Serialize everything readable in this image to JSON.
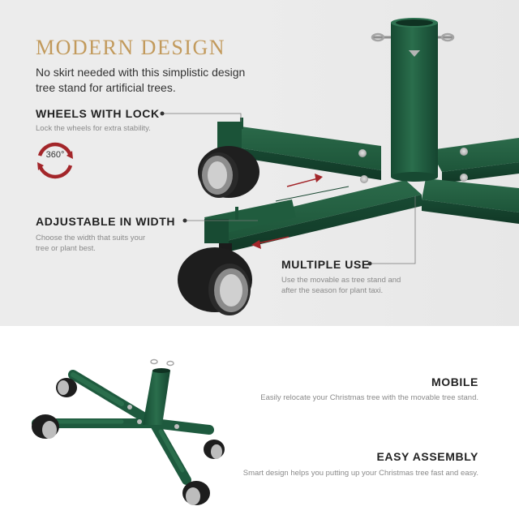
{
  "hero": {
    "headline": "MODERN DESIGN",
    "intro": "No skirt needed with this simplistic design tree stand for artificial trees."
  },
  "features_top": [
    {
      "title": "WHEELS WITH LOCK",
      "desc": "Lock the wheels for extra stability.",
      "badge": "360°"
    },
    {
      "title": "ADJUSTABLE IN WIDTH",
      "desc": "Choose the width that suits your tree or plant best."
    },
    {
      "title": "MULTIPLE USE",
      "desc": "Use the movable as tree stand and after the season for plant taxi."
    }
  ],
  "features_bottom": [
    {
      "title": "MOBILE",
      "desc": "Easily relocate your Christmas tree with the movable tree stand."
    },
    {
      "title": "EASY ASSEMBLY",
      "desc": "Smart design helps you putting up your Christmas tree fast and easy."
    }
  ],
  "colors": {
    "accent_gold": "#c29a5c",
    "stand_green": "#1e5a3e",
    "arrow_red": "#a3262a",
    "panel_gray": "#ececec"
  },
  "icons": [
    "rotate-360-icon",
    "bullet-dot-icon",
    "double-arrow-icon"
  ]
}
